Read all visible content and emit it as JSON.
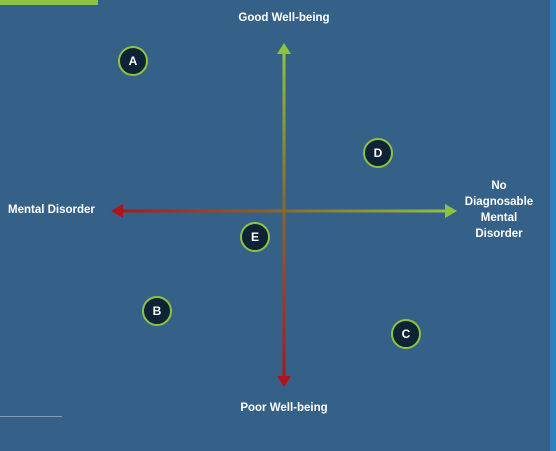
{
  "axes": {
    "top": "Good Well-being",
    "bottom": "Poor Well-being",
    "left": "Mental Disorder",
    "right_lines": [
      "No",
      "Diagnosable",
      "Mental",
      "Disorder"
    ]
  },
  "markers": [
    {
      "label": "A"
    },
    {
      "label": "D"
    },
    {
      "label": "E"
    },
    {
      "label": "B"
    },
    {
      "label": "C"
    }
  ],
  "colors": {
    "background": "#356189",
    "positive": "#8dc43f",
    "negative": "#b0141b",
    "marker_fill": "#0f2336"
  }
}
